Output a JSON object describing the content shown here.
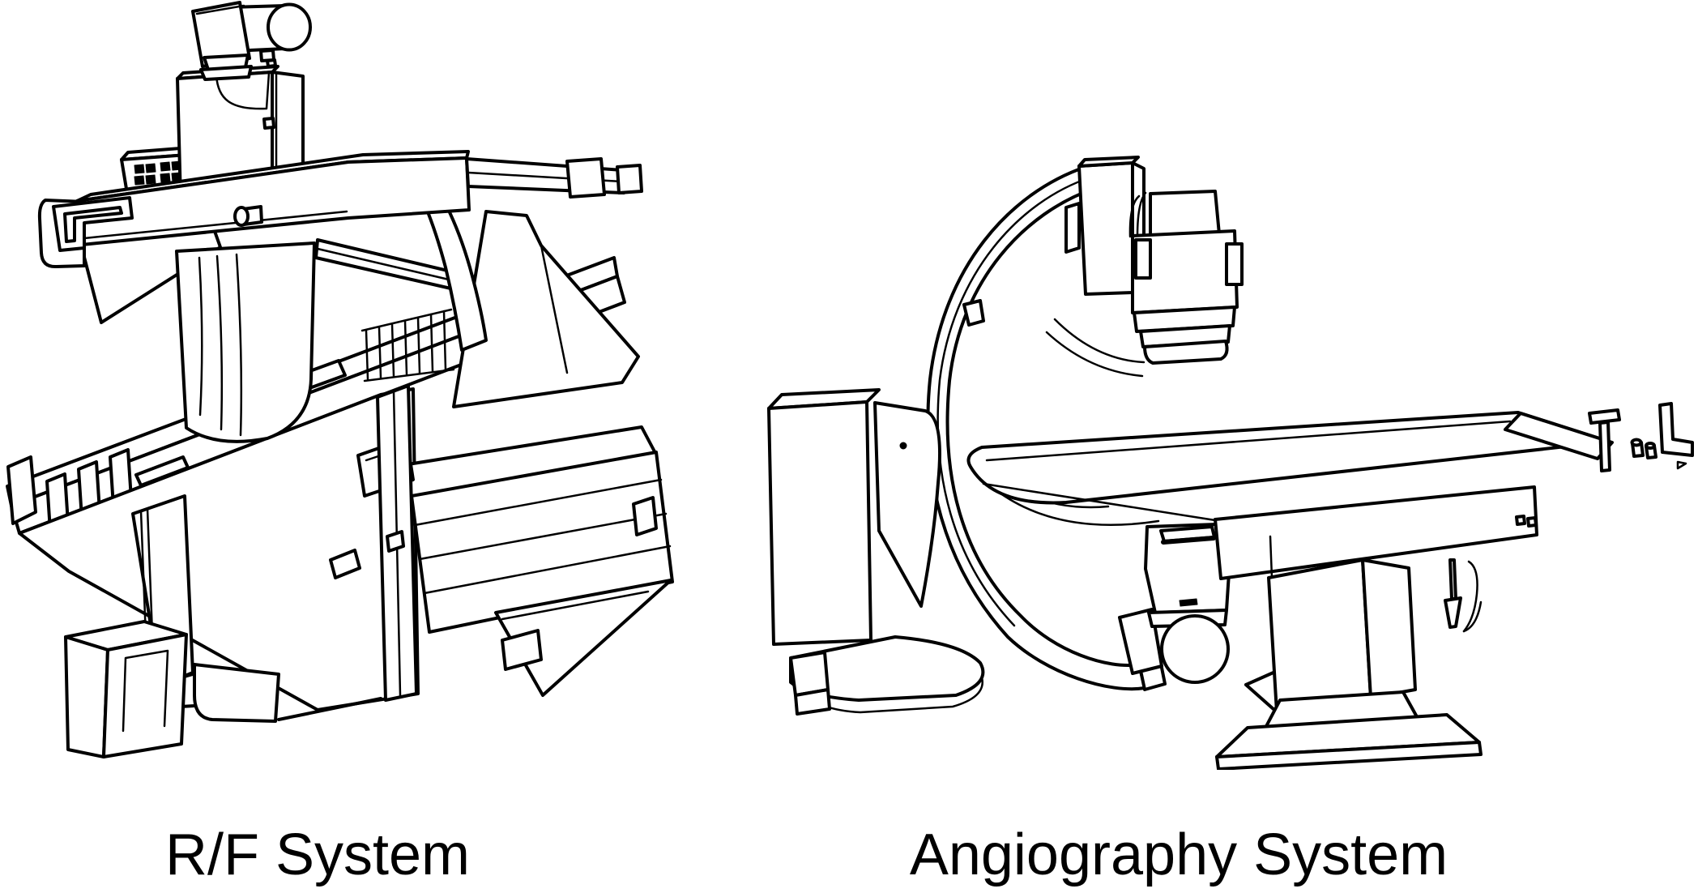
{
  "page": {
    "background_color": "#ffffff",
    "ink_color": "#000000"
  },
  "figures": [
    {
      "id": "rf-system",
      "caption": "R/F System"
    },
    {
      "id": "angiography-system",
      "caption": "Angiography System"
    }
  ]
}
